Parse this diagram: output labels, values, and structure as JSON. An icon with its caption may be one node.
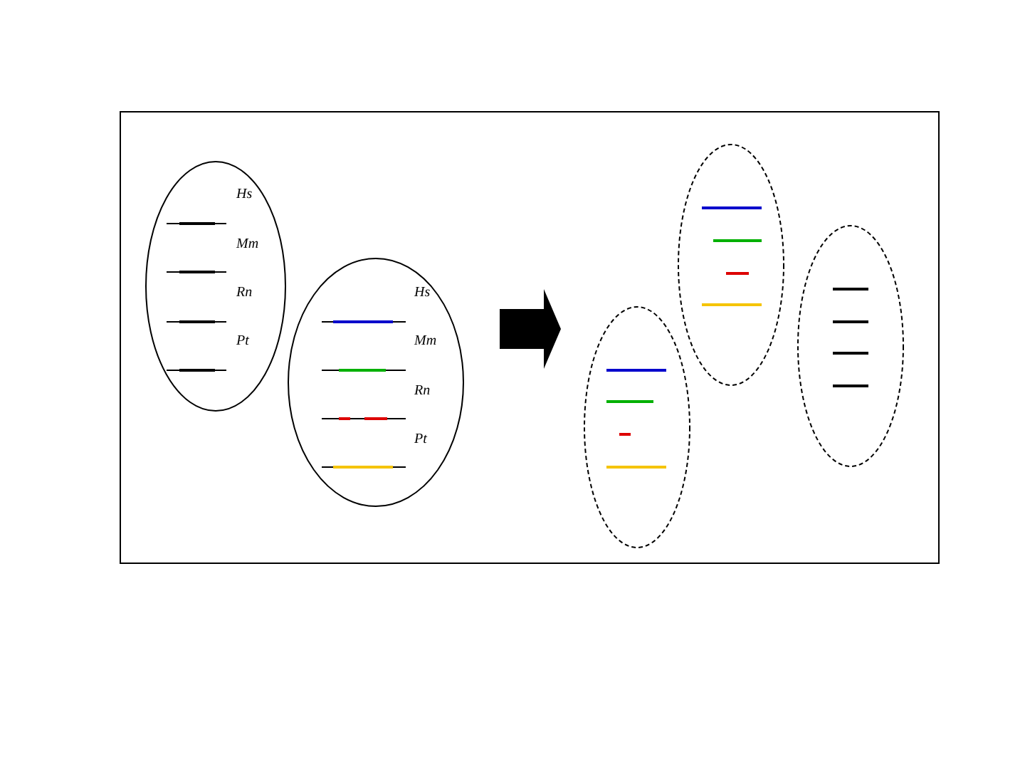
{
  "diagram": {
    "nodes": [
      {
        "text": [
          "Hs",
          "Mm",
          "Rn",
          "Pt"
        ]
      },
      {
        "text": [
          "Hs",
          "Mm",
          "Rn",
          "Pt"
        ]
      },
      {
        "text": [],
        "shape": "ellipse"
      },
      {
        "text": [],
        "shape": "ellipse"
      },
      {
        "text": [],
        "shape": "ellipse"
      }
    ],
    "edges": [
      {
        "from": 1,
        "to": 2,
        "arrow": "to",
        "style": "thick"
      }
    ]
  }
}
